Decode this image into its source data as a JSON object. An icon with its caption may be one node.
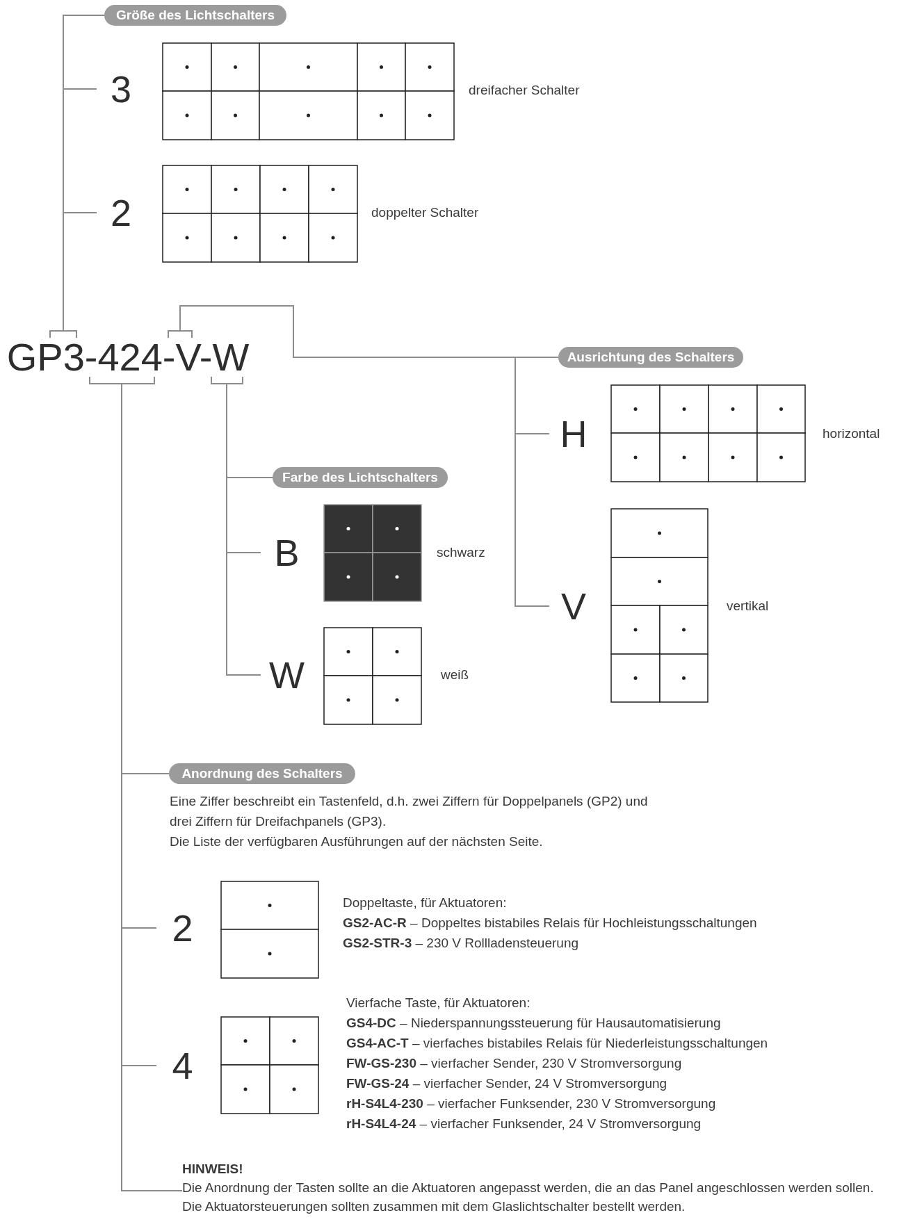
{
  "diagram": {
    "nodes": [
      {
        "text": [
          "GP3-424-V-W"
        ]
      },
      {
        "text": [
          "Größe des Lichtschalters"
        ]
      },
      {
        "text": [
          "3"
        ]
      },
      {
        "text": [
          "2"
        ]
      },
      {
        "text": [
          "Ausrichtung des Schalters"
        ]
      },
      {
        "text": [
          "H"
        ]
      },
      {
        "text": [
          "V"
        ]
      },
      {
        "text": [
          "Farbe des Lichtschalters"
        ]
      },
      {
        "text": [
          "B"
        ]
      },
      {
        "text": [
          "W"
        ]
      },
      {
        "text": [
          "Anordnung des Schalters"
        ]
      },
      {
        "text": [
          "2"
        ],
        "beside": [
          "Doppeltaste, für Aktuatoren:",
          "**GS2-AC-R** – Doppeltes bistabiles Relais für Hochleistungsschaltungen",
          "**GS2-STR-3** – 230 V Rollladensteuerung"
        ]
      },
      {
        "text": [
          "4"
        ],
        "beside": [
          "Vierfache Taste, für Aktuatoren:",
          "**GS4-DC** – Niederspannungssteuerung für Hausautomatisierung",
          "**GS4-AC-T** – vierfaches bistabiles Relais für Niederleistungsschaltungen",
          "**FW-GS-230** – vierfacher Sender, 230 V Stromversorgung",
          "**FW-GS-24** – vierfacher Sender, 24 V Stromversorgung",
          "**rH-S4L4-230** – vierfacher Funksender, 230 V Stromversorgung",
          "**rH-S4L4-24** – vierfacher Funksender, 24 V Stromversorgung"
        ]
      },
      {
        "text": [
          "HINWEIS!",
          "Die Anordnung der Tasten sollte an die Aktuatoren angepasst werden, die an das Panel angeschlossen werden sollen. Die Aktuatorsteuerungen sollten zusammen mit dem Glaslichtschalter bestellt werden."
        ]
      }
    ],
    "edges": [
      {
        "from": 0,
        "to": 1,
        "arrow": "none"
      },
      {
        "from": 0,
        "to": 2,
        "arrow": "none"
      },
      {
        "from": 0,
        "to": 3,
        "arrow": "none"
      },
      {
        "from": 0,
        "to": 4,
        "arrow": "none"
      },
      {
        "from": 0,
        "to": 5,
        "arrow": "none"
      },
      {
        "from": 0,
        "to": 6,
        "arrow": "none"
      },
      {
        "from": 0,
        "to": 7,
        "arrow": "none"
      },
      {
        "from": 0,
        "to": 8,
        "arrow": "none"
      },
      {
        "from": 0,
        "to": 9,
        "arrow": "none"
      },
      {
        "from": 0,
        "to": 10,
        "arrow": "none"
      },
      {
        "from": 0,
        "to": 11,
        "arrow": "none"
      },
      {
        "from": 0,
        "to": 12,
        "arrow": "none"
      },
      {
        "from": 0,
        "to": 13,
        "arrow": "none"
      }
    ],
    "labels": [
      "dreifacher Schalter",
      "doppelter Schalter",
      "horizontal",
      "schwarz",
      "vertikal",
      "weiß",
      "Eine Ziffer beschreibt ein Tastenfeld, d.h. zwei Ziffern für Doppelpanels (GP2) und drei Ziffern für Dreifachpanels (GP3).",
      "Die Liste der verfügbaren Ausführungen auf der nächsten Seite."
    ]
  }
}
